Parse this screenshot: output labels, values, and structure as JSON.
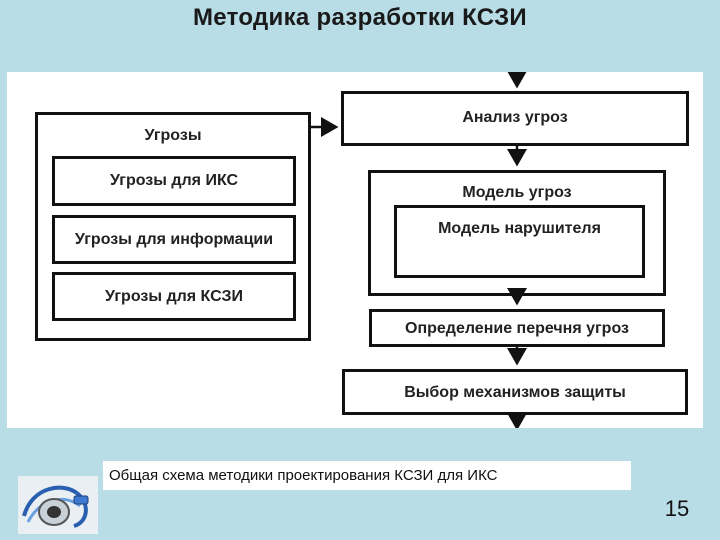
{
  "slide": {
    "title": "Методика разработки КСЗИ",
    "caption": "Общая схема методики проектирования КСЗИ для ИКС",
    "page_number": "15"
  },
  "diagram": {
    "threats_group": {
      "label": "Угрозы",
      "items": [
        "Угрозы для ИКС",
        "Угрозы для информации",
        "Угрозы для КСЗИ"
      ]
    },
    "steps": [
      "Анализ угроз",
      "Модель угроз",
      "Модель нарушителя",
      "Определение перечня угроз",
      "Выбор механизмов защиты"
    ]
  },
  "icons": {
    "logo": "network-cable-logo"
  }
}
